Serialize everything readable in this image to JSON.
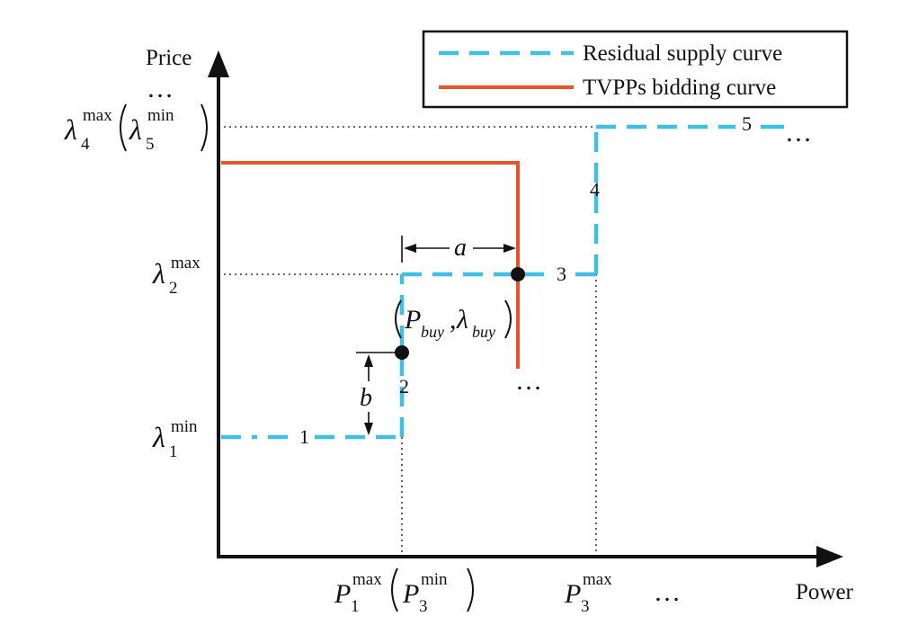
{
  "axes": {
    "y_label": "Price",
    "x_label": "Power",
    "y_top_dots": "…",
    "x_right_dots": "…"
  },
  "legend": {
    "residual": "Residual supply curve",
    "tvpp": "TVPPs bidding curve"
  },
  "colors": {
    "residual": "#41BFE3",
    "tvpp": "#E8532A",
    "axis": "#111111"
  },
  "y_ticks": {
    "l4_sym": "λ",
    "l4_sub": "4",
    "l4_sup": "max",
    "l5_sym": "λ",
    "l5_sub": "5",
    "l5_sup": "min",
    "l2_sym": "λ",
    "l2_sub": "2",
    "l2_sup": "max",
    "l1_sym": "λ",
    "l1_sub": "1",
    "l1_sup": "min"
  },
  "x_ticks": {
    "p1_sym": "P",
    "p1_sub": "1",
    "p1_sup": "max",
    "p3a_sym": "P",
    "p3a_sub": "3",
    "p3a_sup": "min",
    "p3b_sym": "P",
    "p3b_sub": "3",
    "p3b_sup": "max"
  },
  "segments": {
    "s1": "1",
    "s2": "2",
    "s3": "3",
    "s4": "4",
    "s5": "5",
    "s5_dots": "…",
    "tvpp_dots": "…"
  },
  "annotations": {
    "a": "a",
    "b": "b",
    "point_p": "P",
    "point_p_sub": "buy",
    "point_comma": ",",
    "point_l": "λ",
    "point_l_sub": "buy"
  }
}
